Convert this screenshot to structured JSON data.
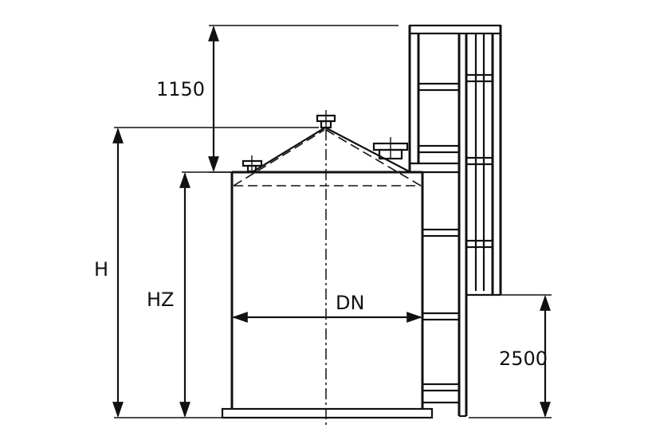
{
  "labels": {
    "dim_top": "1150",
    "dim_h": "H",
    "dim_hz": "HZ",
    "dim_dn": "DN",
    "dim_platform": "2500"
  }
}
